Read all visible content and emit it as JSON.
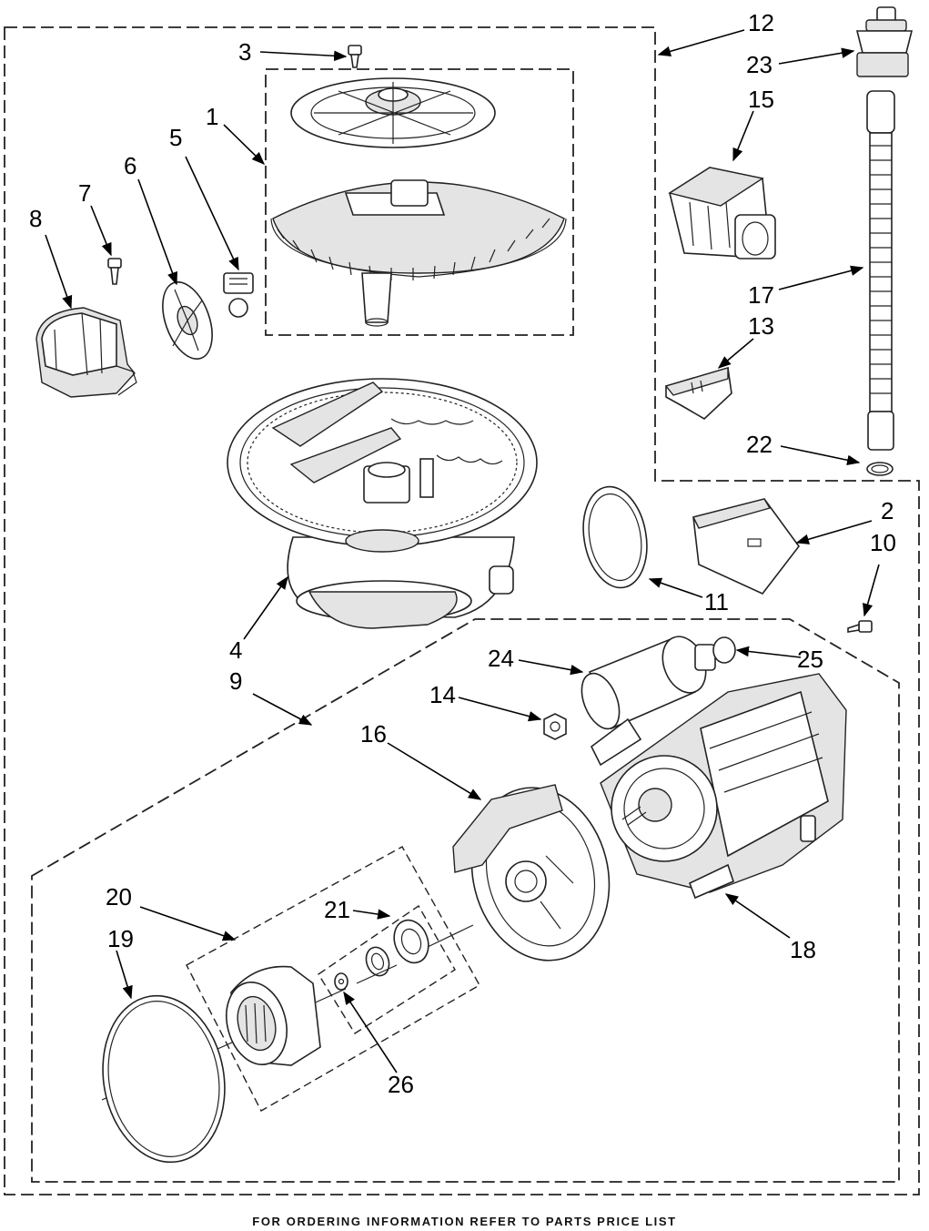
{
  "footer_text": "FOR ORDERING INFORMATION REFER TO PARTS PRICE LIST",
  "callouts": [
    "1",
    "2",
    "3",
    "4",
    "5",
    "6",
    "7",
    "8",
    "9",
    "10",
    "11",
    "12",
    "13",
    "14",
    "15",
    "16",
    "17",
    "18",
    "19",
    "20",
    "21",
    "22",
    "23",
    "24",
    "25",
    "26"
  ]
}
